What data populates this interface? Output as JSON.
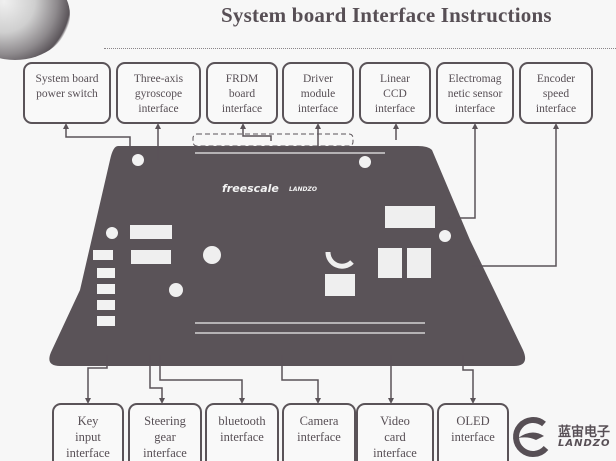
{
  "title": "System board  Interface Instructions",
  "top_labels": [
    {
      "id": "power-switch",
      "lines": [
        "System board",
        "power switch"
      ]
    },
    {
      "id": "gyroscope",
      "lines": [
        "Three-axis",
        "gyroscope",
        "interface"
      ]
    },
    {
      "id": "frdm",
      "lines": [
        "FRDM",
        "board",
        "interface"
      ]
    },
    {
      "id": "driver",
      "lines": [
        "Driver",
        "module",
        "interface"
      ]
    },
    {
      "id": "linear-ccd",
      "lines": [
        "Linear",
        "CCD",
        "interface"
      ]
    },
    {
      "id": "electromagnetic",
      "lines": [
        "Electromag",
        "netic sensor",
        "interface"
      ]
    },
    {
      "id": "encoder",
      "lines": [
        "Encoder",
        "speed",
        "interface"
      ]
    }
  ],
  "bottom_labels": [
    {
      "id": "key-input",
      "lines": [
        "Key",
        "input",
        "interface"
      ]
    },
    {
      "id": "steering-gear",
      "lines": [
        "Steering",
        "gear",
        "interface"
      ]
    },
    {
      "id": "bluetooth",
      "lines": [
        "bluetooth",
        "interface"
      ]
    },
    {
      "id": "camera",
      "lines": [
        "Camera",
        "interface"
      ]
    },
    {
      "id": "video-card",
      "lines": [
        "Video",
        "card",
        "interface"
      ]
    },
    {
      "id": "oled",
      "lines": [
        "OLED",
        "interface"
      ]
    }
  ],
  "board": {
    "brand_silkscreen": "freescale",
    "vendor_silkscreen": "LANDZO"
  },
  "logo": {
    "chinese_text": "蓝宙电子",
    "latin_text": "LANDZO"
  },
  "colors": {
    "ink": "#574f55",
    "board": "#5a5358",
    "background": "#f7f7f7"
  }
}
